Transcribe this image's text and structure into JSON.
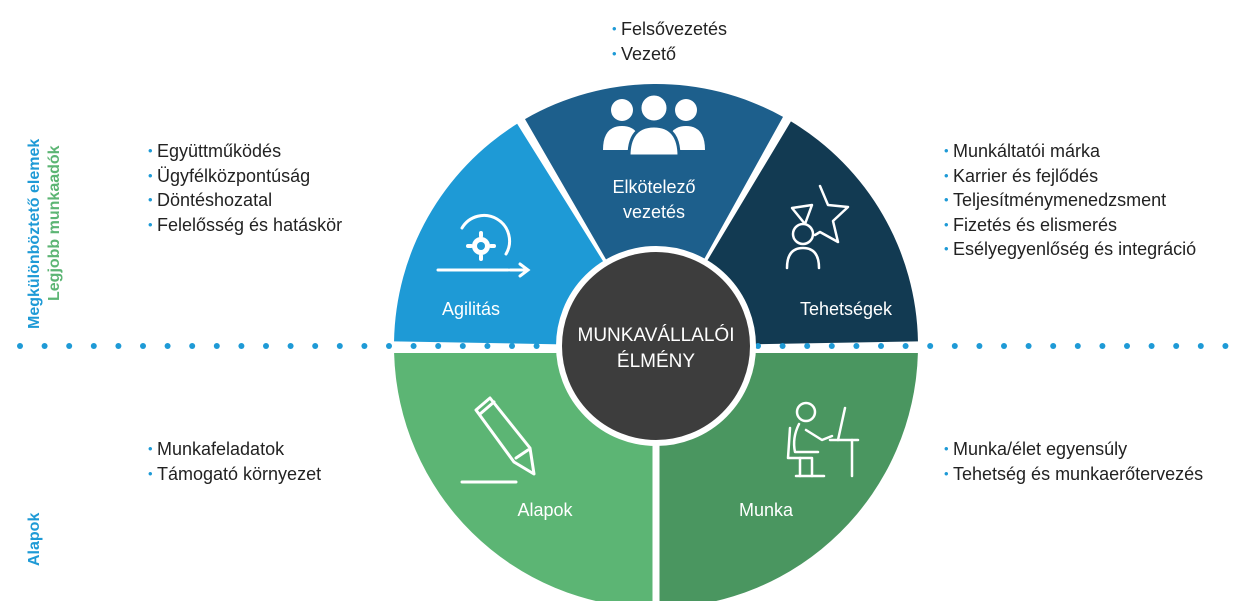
{
  "center": {
    "line1": "MUNKAVÁLLALÓI",
    "line2": "ÉLMÉNY"
  },
  "segments": {
    "agilitas": {
      "label": "Agilitás",
      "color": "#1e9ad6",
      "icon": "gear-cycle-icon"
    },
    "elkotelezo": {
      "label_line1": "Elkötelező",
      "label_line2": "vezetés",
      "color": "#1d5f8c",
      "icon": "people-group-icon"
    },
    "tehetsegek": {
      "label": "Tehetségek",
      "color": "#123a52",
      "icon": "person-star-icon"
    },
    "alapok": {
      "label": "Alapok",
      "color": "#5cb574",
      "icon": "pencil-icon"
    },
    "munka": {
      "label": "Munka",
      "color": "#4a9660",
      "icon": "person-at-desk-icon"
    }
  },
  "center_color": "#3d3d3d",
  "bullets": {
    "elkotelezo": [
      "Felsővezetés",
      "Vezető"
    ],
    "agilitas": [
      "Együttműködés",
      "Ügyfélközpontúság",
      "Döntéshozatal",
      "Felelősség és hatáskör"
    ],
    "tehetsegek": [
      "Munkáltatói márka",
      "Karrier és fejlődés",
      "Teljesítménymenedzsment",
      "Fizetés és elismerés",
      "Esélyegyenlőség és integráció"
    ],
    "alapok": [
      "Munkafeladatok",
      "Támogató környezet"
    ],
    "munka": [
      "Munka/élet egyensúly",
      "Tehetség és munkaerőtervezés"
    ]
  },
  "side_labels": {
    "top_line1": "Megkülönböztető elemek",
    "top_line2": "Legjobb munkaadók",
    "bottom": "Alapok",
    "color_blue": "#1e9ad6",
    "color_green": "#5cb574"
  }
}
